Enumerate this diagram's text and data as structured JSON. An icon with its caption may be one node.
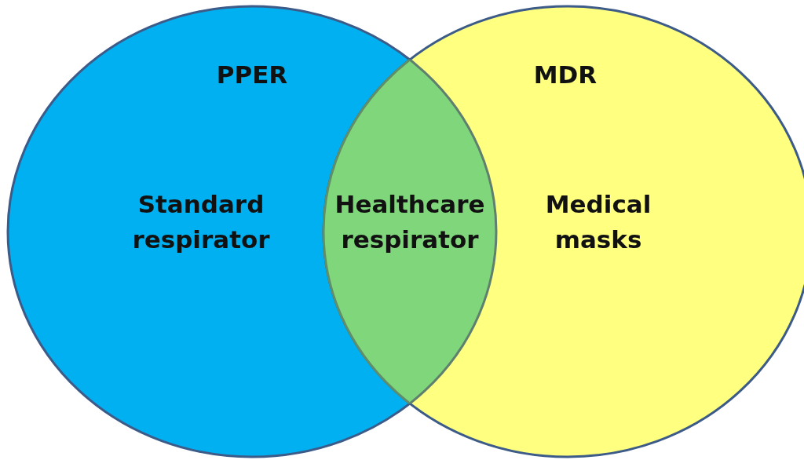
{
  "diagram": {
    "nodes": [
      {
        "text": [
          "PPER",
          "Standard respirator"
        ]
      },
      {
        "text": [
          "MDR",
          "Medical masks"
        ]
      },
      {
        "text": [
          "Healthcare respirator"
        ]
      }
    ]
  }
}
